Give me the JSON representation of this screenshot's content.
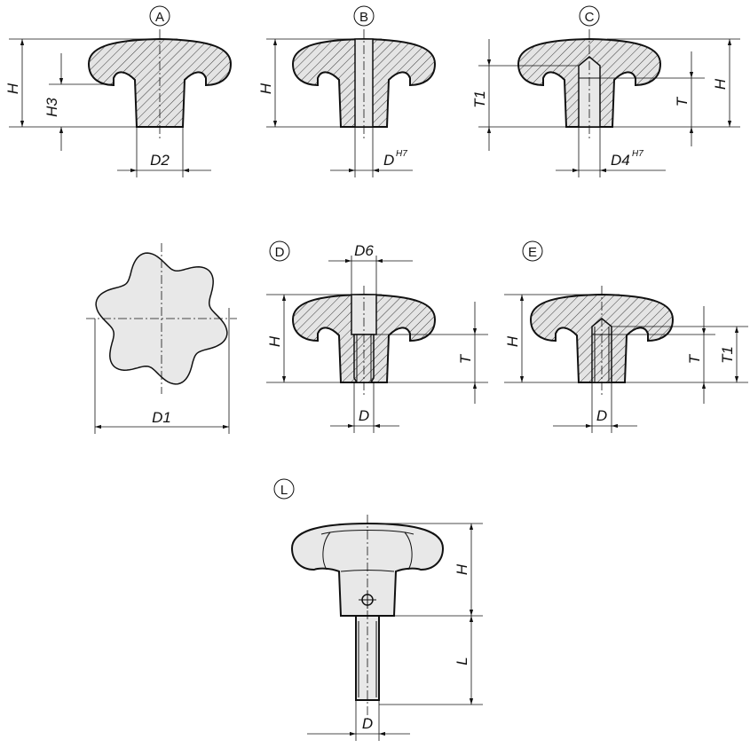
{
  "views": {
    "A": {
      "marker": "A",
      "dims": {
        "height": "H",
        "h3": "H3",
        "d2": "D2"
      }
    },
    "B": {
      "marker": "B",
      "dims": {
        "height": "H",
        "d": "D",
        "d_sup": "H7"
      }
    },
    "C": {
      "marker": "C",
      "dims": {
        "t1": "T1",
        "t": "T",
        "height": "H",
        "d4": "D4",
        "d4_sup": "H7"
      }
    },
    "top": {
      "dims": {
        "d1": "D1"
      }
    },
    "D": {
      "marker": "D",
      "dims": {
        "d6": "D6",
        "height": "H",
        "t": "T",
        "d": "D"
      }
    },
    "E": {
      "marker": "E",
      "dims": {
        "height": "H",
        "t": "T",
        "t1": "T1",
        "d": "D"
      }
    },
    "L": {
      "marker": "L",
      "dims": {
        "height": "H",
        "l": "L",
        "d": "D"
      }
    }
  },
  "colors": {
    "line": "#111111",
    "fill": "#e8e8e8",
    "background": "#ffffff"
  }
}
